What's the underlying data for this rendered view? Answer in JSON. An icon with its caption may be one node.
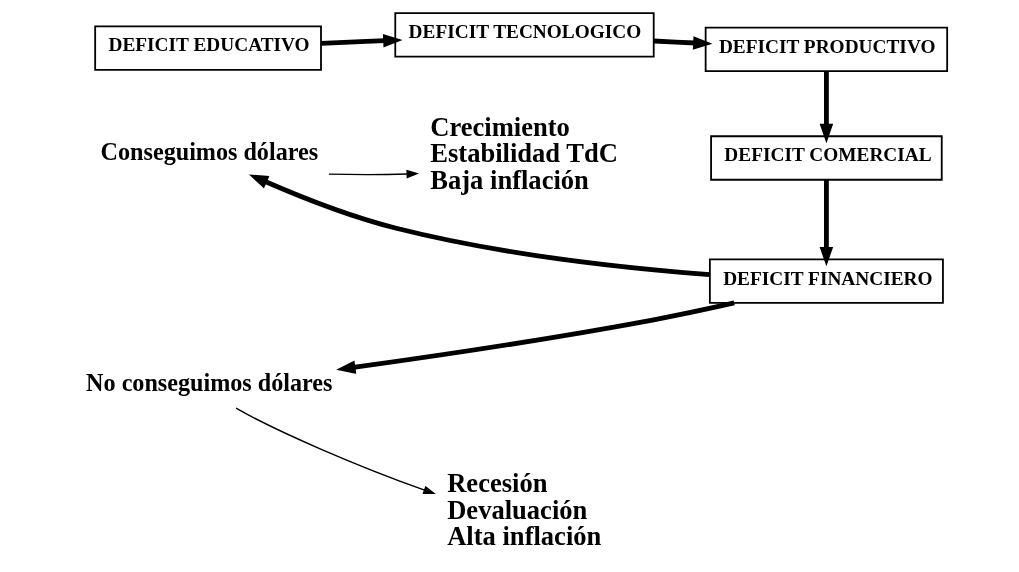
{
  "diagram": {
    "nodes": [
      {
        "text": [
          "DEFICIT EDUCATIVO"
        ]
      },
      {
        "text": [
          "DEFICIT TECNOLOGICO"
        ]
      },
      {
        "text": [
          "DEFICIT PRODUCTIVO"
        ]
      },
      {
        "text": [
          "DEFICIT COMERCIAL"
        ]
      },
      {
        "text": [
          "DEFICIT FINANCIERO"
        ]
      },
      {
        "text": [
          "Conseguimos dólares"
        ]
      },
      {
        "text": [
          "Crecimiento",
          "Estabilidad TdC",
          "Baja inflación"
        ]
      },
      {
        "text": [
          "No conseguimos dólares"
        ]
      },
      {
        "text": [
          "Recesión",
          "Devaluación",
          "Alta inflación"
        ]
      }
    ],
    "edges": [
      {
        "from": 0,
        "to": 1,
        "arrow": "to"
      },
      {
        "from": 1,
        "to": 2,
        "arrow": "to"
      },
      {
        "from": 2,
        "to": 3,
        "arrow": "to"
      },
      {
        "from": 3,
        "to": 4,
        "arrow": "to"
      },
      {
        "from": 4,
        "to": 5,
        "arrow": "to"
      },
      {
        "from": 4,
        "to": 7,
        "arrow": "to"
      },
      {
        "from": 5,
        "to": 6,
        "arrow": "to"
      },
      {
        "from": 7,
        "to": 8,
        "arrow": "to"
      }
    ]
  }
}
